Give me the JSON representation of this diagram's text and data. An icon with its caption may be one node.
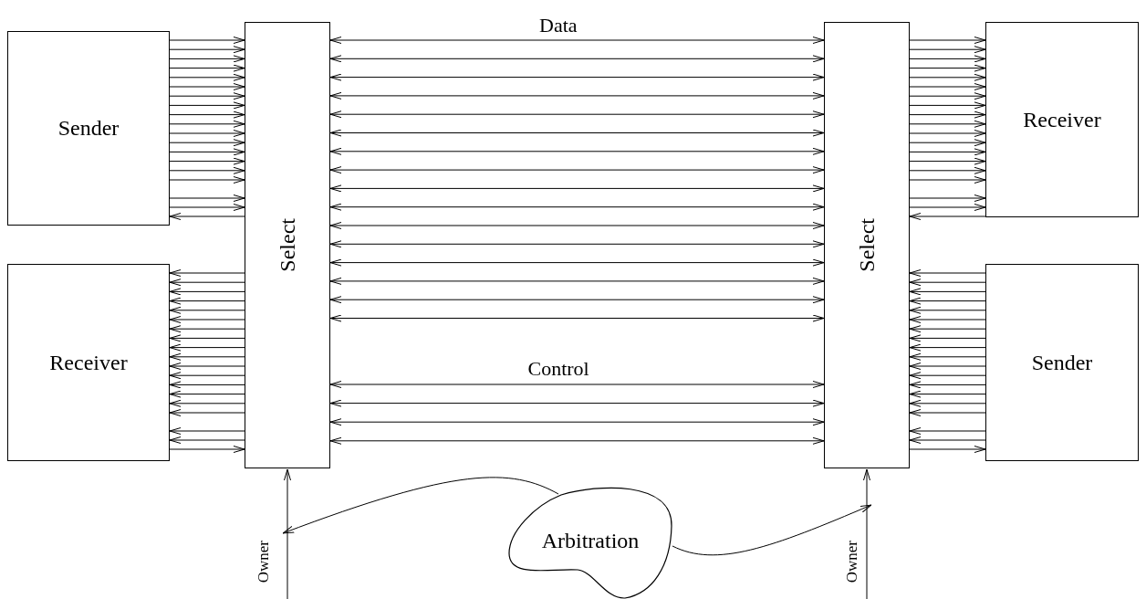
{
  "diagram": {
    "nodes": [
      {
        "text": [
          "Sender"
        ]
      },
      {
        "text": [
          "Receiver"
        ]
      },
      {
        "text": [
          "Select"
        ]
      },
      {
        "text": [
          "Select"
        ]
      },
      {
        "text": [
          "Receiver"
        ]
      },
      {
        "text": [
          "Sender"
        ]
      },
      {
        "text": [
          "Arbitration"
        ]
      }
    ],
    "edges": [
      {
        "from": 0,
        "to": 2,
        "arrow": "to"
      },
      {
        "from": 0,
        "to": 2,
        "arrow": "to"
      },
      {
        "from": 0,
        "to": 2,
        "arrow": "to"
      },
      {
        "from": 0,
        "to": 2,
        "arrow": "to"
      },
      {
        "from": 0,
        "to": 2,
        "arrow": "to"
      },
      {
        "from": 0,
        "to": 2,
        "arrow": "to"
      },
      {
        "from": 0,
        "to": 2,
        "arrow": "to"
      },
      {
        "from": 0,
        "to": 2,
        "arrow": "to"
      },
      {
        "from": 0,
        "to": 2,
        "arrow": "to"
      },
      {
        "from": 0,
        "to": 2,
        "arrow": "to"
      },
      {
        "from": 0,
        "to": 2,
        "arrow": "to"
      },
      {
        "from": 0,
        "to": 2,
        "arrow": "to"
      },
      {
        "from": 0,
        "to": 2,
        "arrow": "to"
      },
      {
        "from": 0,
        "to": 2,
        "arrow": "to"
      },
      {
        "from": 0,
        "to": 2,
        "arrow": "to"
      },
      {
        "from": 0,
        "to": 2,
        "arrow": "to"
      },
      {
        "from": 0,
        "to": 2,
        "arrow": "to"
      },
      {
        "from": 0,
        "to": 2,
        "arrow": "to"
      },
      {
        "from": 2,
        "to": 0,
        "arrow": "to"
      },
      {
        "from": 2,
        "to": 1,
        "arrow": "to"
      },
      {
        "from": 2,
        "to": 1,
        "arrow": "to"
      },
      {
        "from": 2,
        "to": 1,
        "arrow": "to"
      },
      {
        "from": 2,
        "to": 1,
        "arrow": "to"
      },
      {
        "from": 2,
        "to": 1,
        "arrow": "to"
      },
      {
        "from": 2,
        "to": 1,
        "arrow": "to"
      },
      {
        "from": 2,
        "to": 1,
        "arrow": "to"
      },
      {
        "from": 2,
        "to": 1,
        "arrow": "to"
      },
      {
        "from": 2,
        "to": 1,
        "arrow": "to"
      },
      {
        "from": 2,
        "to": 1,
        "arrow": "to"
      },
      {
        "from": 2,
        "to": 1,
        "arrow": "to"
      },
      {
        "from": 2,
        "to": 1,
        "arrow": "to"
      },
      {
        "from": 2,
        "to": 1,
        "arrow": "to"
      },
      {
        "from": 2,
        "to": 1,
        "arrow": "to"
      },
      {
        "from": 2,
        "to": 1,
        "arrow": "to"
      },
      {
        "from": 2,
        "to": 1,
        "arrow": "to"
      },
      {
        "from": 2,
        "to": 1,
        "arrow": "to"
      },
      {
        "from": 2,
        "to": 1,
        "arrow": "to"
      },
      {
        "from": 1,
        "to": 2,
        "arrow": "to"
      },
      {
        "from": 2,
        "to": 3,
        "arrow": "both",
        "label": "Data"
      },
      {
        "from": 2,
        "to": 3,
        "arrow": "both"
      },
      {
        "from": 2,
        "to": 3,
        "arrow": "both"
      },
      {
        "from": 2,
        "to": 3,
        "arrow": "both"
      },
      {
        "from": 2,
        "to": 3,
        "arrow": "both"
      },
      {
        "from": 2,
        "to": 3,
        "arrow": "both"
      },
      {
        "from": 2,
        "to": 3,
        "arrow": "both"
      },
      {
        "from": 2,
        "to": 3,
        "arrow": "both"
      },
      {
        "from": 2,
        "to": 3,
        "arrow": "both"
      },
      {
        "from": 2,
        "to": 3,
        "arrow": "both"
      },
      {
        "from": 2,
        "to": 3,
        "arrow": "both"
      },
      {
        "from": 2,
        "to": 3,
        "arrow": "both"
      },
      {
        "from": 2,
        "to": 3,
        "arrow": "both"
      },
      {
        "from": 2,
        "to": 3,
        "arrow": "both"
      },
      {
        "from": 2,
        "to": 3,
        "arrow": "both"
      },
      {
        "from": 2,
        "to": 3,
        "arrow": "both"
      },
      {
        "from": 2,
        "to": 3,
        "arrow": "both",
        "label": "Control"
      },
      {
        "from": 2,
        "to": 3,
        "arrow": "both"
      },
      {
        "from": 2,
        "to": 3,
        "arrow": "both"
      },
      {
        "from": 2,
        "to": 3,
        "arrow": "both"
      },
      {
        "from": 3,
        "to": 4,
        "arrow": "to"
      },
      {
        "from": 3,
        "to": 4,
        "arrow": "to"
      },
      {
        "from": 3,
        "to": 4,
        "arrow": "to"
      },
      {
        "from": 3,
        "to": 4,
        "arrow": "to"
      },
      {
        "from": 3,
        "to": 4,
        "arrow": "to"
      },
      {
        "from": 3,
        "to": 4,
        "arrow": "to"
      },
      {
        "from": 3,
        "to": 4,
        "arrow": "to"
      },
      {
        "from": 3,
        "to": 4,
        "arrow": "to"
      },
      {
        "from": 3,
        "to": 4,
        "arrow": "to"
      },
      {
        "from": 3,
        "to": 4,
        "arrow": "to"
      },
      {
        "from": 3,
        "to": 4,
        "arrow": "to"
      },
      {
        "from": 3,
        "to": 4,
        "arrow": "to"
      },
      {
        "from": 3,
        "to": 4,
        "arrow": "to"
      },
      {
        "from": 3,
        "to": 4,
        "arrow": "to"
      },
      {
        "from": 3,
        "to": 4,
        "arrow": "to"
      },
      {
        "from": 3,
        "to": 4,
        "arrow": "to"
      },
      {
        "from": 3,
        "to": 4,
        "arrow": "to"
      },
      {
        "from": 3,
        "to": 4,
        "arrow": "to"
      },
      {
        "from": 4,
        "to": 3,
        "arrow": "to"
      },
      {
        "from": 5,
        "to": 3,
        "arrow": "to"
      },
      {
        "from": 5,
        "to": 3,
        "arrow": "to"
      },
      {
        "from": 5,
        "to": 3,
        "arrow": "to"
      },
      {
        "from": 5,
        "to": 3,
        "arrow": "to"
      },
      {
        "from": 5,
        "to": 3,
        "arrow": "to"
      },
      {
        "from": 5,
        "to": 3,
        "arrow": "to"
      },
      {
        "from": 5,
        "to": 3,
        "arrow": "to"
      },
      {
        "from": 5,
        "to": 3,
        "arrow": "to"
      },
      {
        "from": 5,
        "to": 3,
        "arrow": "to"
      },
      {
        "from": 5,
        "to": 3,
        "arrow": "to"
      },
      {
        "from": 5,
        "to": 3,
        "arrow": "to"
      },
      {
        "from": 5,
        "to": 3,
        "arrow": "to"
      },
      {
        "from": 5,
        "to": 3,
        "arrow": "to"
      },
      {
        "from": 5,
        "to": 3,
        "arrow": "to"
      },
      {
        "from": 5,
        "to": 3,
        "arrow": "to"
      },
      {
        "from": 5,
        "to": 3,
        "arrow": "to"
      },
      {
        "from": 5,
        "to": 3,
        "arrow": "to"
      },
      {
        "from": 5,
        "to": 3,
        "arrow": "to"
      },
      {
        "from": 3,
        "to": 5,
        "arrow": "to"
      },
      {
        "from": null,
        "to": 2,
        "arrow": "to",
        "label": "Owner"
      },
      {
        "from": null,
        "to": 3,
        "arrow": "to",
        "label": "Owner"
      },
      {
        "from": 6,
        "to": null,
        "arrow": "to"
      },
      {
        "from": 6,
        "to": null,
        "arrow": "to"
      }
    ]
  }
}
